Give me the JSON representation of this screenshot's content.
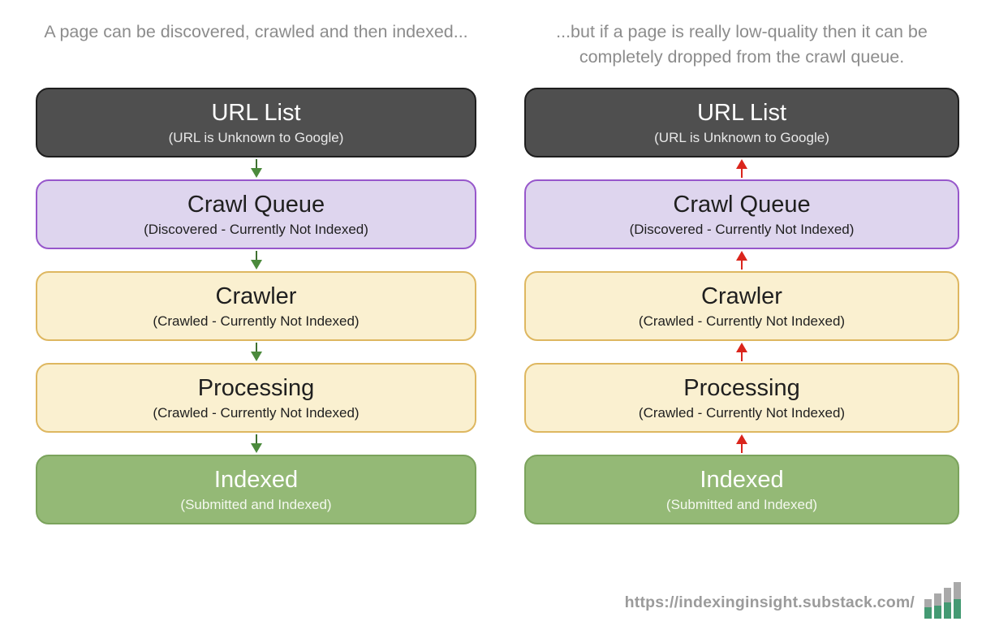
{
  "left": {
    "heading": "A page can be discovered, crawled and then indexed...",
    "arrow_direction": "down",
    "boxes": [
      {
        "title": "URL List",
        "subtitle": "(URL is Unknown to Google)",
        "style": "dark"
      },
      {
        "title": "Crawl Queue",
        "subtitle": "(Discovered - Currently Not Indexed)",
        "style": "purple"
      },
      {
        "title": "Crawler",
        "subtitle": "(Crawled - Currently Not Indexed)",
        "style": "yellow"
      },
      {
        "title": "Processing",
        "subtitle": "(Crawled - Currently Not Indexed)",
        "style": "yellow"
      },
      {
        "title": "Indexed",
        "subtitle": "(Submitted and Indexed)",
        "style": "green"
      }
    ]
  },
  "right": {
    "heading": "...but if a page is really low-quality then it can be completely dropped from the crawl queue.",
    "arrow_direction": "up",
    "boxes": [
      {
        "title": "URL List",
        "subtitle": "(URL is Unknown to Google)",
        "style": "dark"
      },
      {
        "title": "Crawl Queue",
        "subtitle": "(Discovered - Currently Not Indexed)",
        "style": "purple"
      },
      {
        "title": "Crawler",
        "subtitle": "(Crawled - Currently Not Indexed)",
        "style": "yellow"
      },
      {
        "title": "Processing",
        "subtitle": "(Crawled - Currently Not Indexed)",
        "style": "yellow"
      },
      {
        "title": "Indexed",
        "subtitle": "(Submitted and Indexed)",
        "style": "green"
      }
    ]
  },
  "footer": {
    "url": "https://indexinginsight.substack.com/",
    "logo": "bar-chart-icon"
  },
  "colors": {
    "heading_text": "#8c8c8c",
    "dark_box_bg": "#4f4f4f",
    "purple_box_bg": "#ded5ee",
    "purple_box_border": "#9757cb",
    "yellow_box_bg": "#faf0d0",
    "yellow_box_border": "#deb760",
    "green_box_bg": "#94b976",
    "arrow_green": "#4b8a3c",
    "arrow_red": "#da251c",
    "logo_green": "#449a73",
    "logo_gray": "#a9a9a9"
  }
}
